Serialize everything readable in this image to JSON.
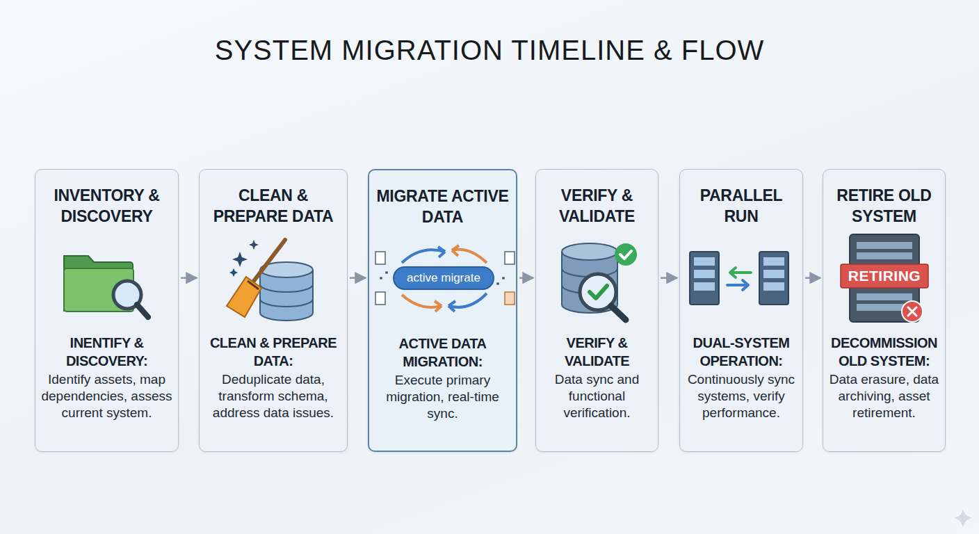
{
  "diagram": {
    "title": "SYSTEM MIGRATION TIMELINE & FLOW",
    "nodes": [
      {
        "text": [
          "INVENTORY & DISCOVERY",
          "INENTIFY & DISCOVERY:",
          "Identify assets, map dependencies, assess current system."
        ]
      },
      {
        "text": [
          "CLEAN & PREPARE DATA",
          "CLEAN & PREPARE DATA:",
          "Deduplicate data, transform schema, address data issues."
        ]
      },
      {
        "text": [
          "MIGRATE ACTIVE DATA",
          "ACTIVE DATA MIGRATION:",
          "Execute primary migration, real-time sync."
        ]
      },
      {
        "text": [
          "VERIFY & VALIDATE",
          "VERIFY & VALIDATE",
          "Data sync and functional verification."
        ]
      },
      {
        "text": [
          "PARALLEL RUN",
          "DUAL-SYSTEM OPERATION:",
          "Continuously sync systems, verify performance."
        ]
      },
      {
        "text": [
          "RETIRE OLD SYSTEM",
          "DECOMMISSION OLD SYSTEM:",
          "Data erasure, data archiving, asset retirement."
        ]
      }
    ],
    "edges": [
      {
        "from": 0,
        "to": 1,
        "arrow": "to"
      },
      {
        "from": 1,
        "to": 2,
        "arrow": "to"
      },
      {
        "from": 2,
        "to": 3,
        "arrow": "to"
      },
      {
        "from": 3,
        "to": 4,
        "arrow": "to"
      },
      {
        "from": 4,
        "to": 5,
        "arrow": "to"
      }
    ],
    "labels": [
      "active migrate",
      "RETIRING"
    ]
  }
}
